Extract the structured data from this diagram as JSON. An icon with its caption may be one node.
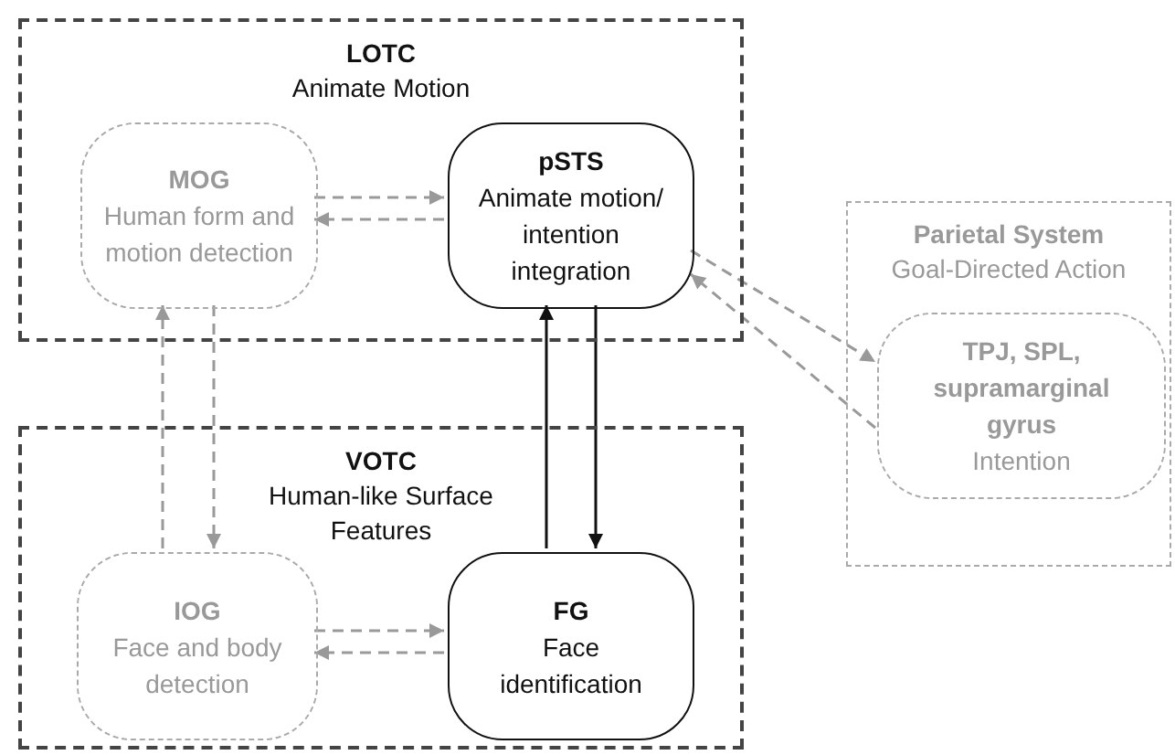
{
  "diagram": {
    "nodes": [
      {
        "text": [
          "LOTC",
          "Animate Motion"
        ]
      },
      {
        "text": [
          "MOG",
          "Human form and motion detection"
        ],
        "in": 0
      },
      {
        "text": [
          "pSTS",
          "Animate motion/ intention integration"
        ],
        "in": 0
      },
      {
        "text": [
          "VOTC",
          "Human-like Surface Features"
        ]
      },
      {
        "text": [
          "IOG",
          "Face and body detection"
        ],
        "in": 3
      },
      {
        "text": [
          "FG",
          "Face identification"
        ],
        "in": 3
      },
      {
        "text": [
          "Parietal System",
          "Goal-Directed Action"
        ]
      },
      {
        "text": [
          "TPJ, SPL, supramarginal gyrus",
          "Intention"
        ],
        "in": 6
      }
    ],
    "edges": [
      {
        "from": 1,
        "to": 2,
        "arrow": "to",
        "style": "dashed",
        "color": "#999999"
      },
      {
        "from": 2,
        "to": 1,
        "arrow": "to",
        "style": "dashed",
        "color": "#999999"
      },
      {
        "from": 4,
        "to": 5,
        "arrow": "to",
        "style": "dashed",
        "color": "#999999"
      },
      {
        "from": 5,
        "to": 4,
        "arrow": "to",
        "style": "dashed",
        "color": "#999999"
      },
      {
        "from": 4,
        "to": 1,
        "arrow": "to",
        "style": "dashed",
        "color": "#999999"
      },
      {
        "from": 1,
        "to": 4,
        "arrow": "to",
        "style": "dashed",
        "color": "#999999"
      },
      {
        "from": 5,
        "to": 2,
        "arrow": "to",
        "color": "#111111"
      },
      {
        "from": 2,
        "to": 5,
        "arrow": "to",
        "color": "#111111"
      },
      {
        "from": 2,
        "to": 7,
        "arrow": "to",
        "style": "dashed",
        "color": "#999999"
      },
      {
        "from": 7,
        "to": 2,
        "arrow": "to",
        "style": "dashed",
        "color": "#999999"
      }
    ]
  }
}
